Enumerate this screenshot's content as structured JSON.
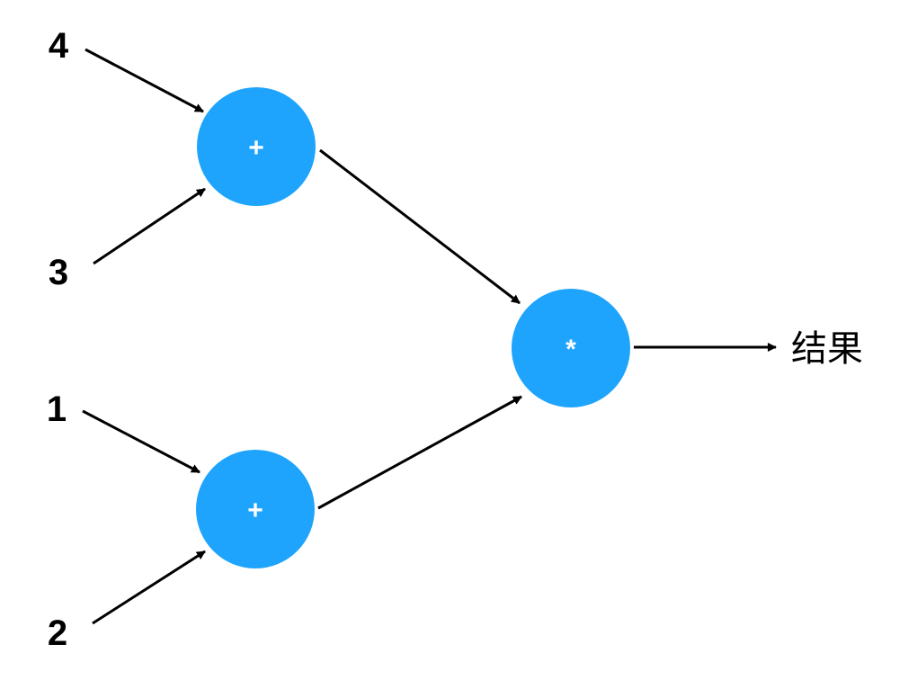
{
  "colors": {
    "node_fill": "#1ea4fc",
    "edge": "#000000",
    "op_text": "#ffffff",
    "label_text": "#000000"
  },
  "inputs": [
    {
      "id": "in4",
      "label": "4"
    },
    {
      "id": "in3",
      "label": "3"
    },
    {
      "id": "in1",
      "label": "1"
    },
    {
      "id": "in2",
      "label": "2"
    }
  ],
  "nodes": [
    {
      "id": "add_top",
      "op": "+"
    },
    {
      "id": "add_bottom",
      "op": "+"
    },
    {
      "id": "mul",
      "op": "*"
    }
  ],
  "output": {
    "label": "结果"
  },
  "edges": [
    {
      "from": "in4",
      "to": "add_top"
    },
    {
      "from": "in3",
      "to": "add_top"
    },
    {
      "from": "in1",
      "to": "add_bottom"
    },
    {
      "from": "in2",
      "to": "add_bottom"
    },
    {
      "from": "add_top",
      "to": "mul"
    },
    {
      "from": "add_bottom",
      "to": "mul"
    },
    {
      "from": "mul",
      "to": "output"
    }
  ]
}
